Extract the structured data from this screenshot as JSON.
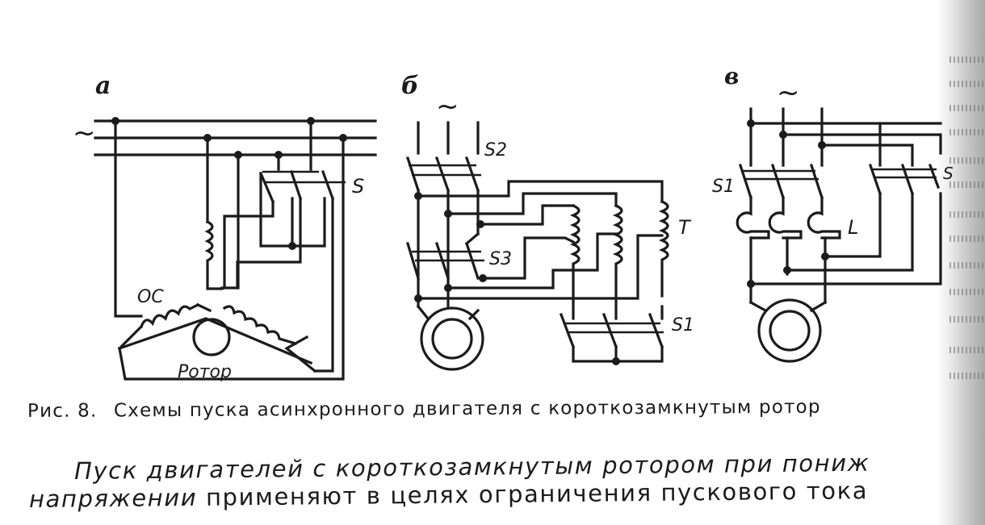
{
  "figure": {
    "panels": [
      {
        "id": "a",
        "letter": "а",
        "tilde": "~",
        "labels": {
          "s": "S",
          "oc": "ОС",
          "rotor": "Ротор"
        }
      },
      {
        "id": "b",
        "letter": "б",
        "tilde": "~",
        "labels": {
          "s2": "S2",
          "s3": "S3",
          "t": "T",
          "s1": "S1"
        }
      },
      {
        "id": "v",
        "letter": "в",
        "tilde": "~",
        "labels": {
          "s1": "S1",
          "l": "L",
          "s": "S"
        }
      }
    ],
    "caption": {
      "prefix": "Рис.",
      "number": "8.",
      "text": "Схемы пуска асинхронного двигателя с короткозамкнутым ротор"
    }
  },
  "paragraph": {
    "line1": "Пуск двигателей с короткозамкнутым ротором при пониж",
    "line2_italic": "напряжении",
    "line2_rest": " применяют в целях ограничения пускового тока"
  }
}
